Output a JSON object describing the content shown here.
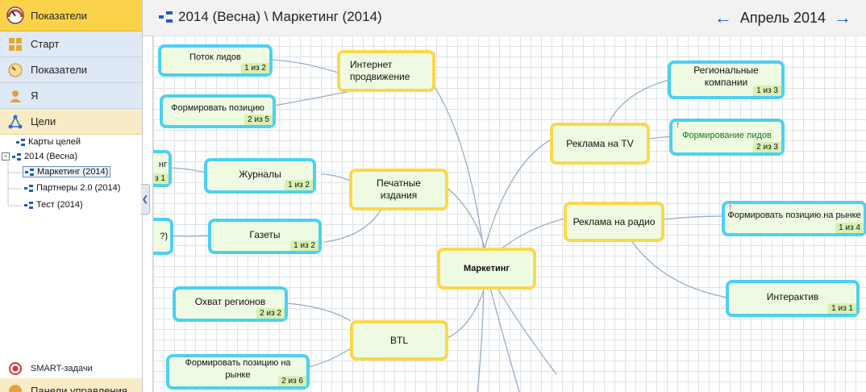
{
  "sidebar": {
    "top": {
      "label": "Показатели"
    },
    "items": [
      {
        "label": "Старт"
      },
      {
        "label": "Показатели"
      },
      {
        "label": "Я"
      },
      {
        "label": "Цели"
      }
    ],
    "tree": {
      "root": "Карты целей",
      "season": "2014 (Весна)",
      "children": [
        "Маркетинг (2014)",
        "Партнеры 2.0 (2014)",
        "Тест (2014)"
      ]
    },
    "bottom": [
      {
        "label": "SMART-задачи"
      },
      {
        "label": "Панели управления"
      }
    ],
    "collapse_glyph": "❮"
  },
  "header": {
    "breadcrumb": "2014 (Весна) \\ Маркетинг (2014)",
    "period": "Апрель 2014",
    "prev_glyph": "←",
    "next_glyph": "→"
  },
  "map": {
    "center": "Маркетинг",
    "branches": [
      {
        "label": "Интернет продвижение"
      },
      {
        "label": "Печатные издания"
      },
      {
        "label": "BTL"
      },
      {
        "label": "Реклама на TV"
      },
      {
        "label": "Реклама на радио"
      }
    ],
    "leaves": [
      {
        "label": "Поток лидов",
        "badge": "1 из 2"
      },
      {
        "label": "Формировать позицию",
        "badge": "2 из 5"
      },
      {
        "label": "нг",
        "badge": "з 1"
      },
      {
        "label": "Журналы",
        "badge": "1 из 2"
      },
      {
        "label": "?)",
        "badge": ""
      },
      {
        "label": "Газеты",
        "badge": "1 из 2"
      },
      {
        "label": "Охват регионов",
        "badge": "2 из 2"
      },
      {
        "label": "Формировать позицию на рынке",
        "badge": "2 из 6"
      },
      {
        "label": "Региональные компании",
        "badge": "1 из 3"
      },
      {
        "label": "Формирование лидов",
        "badge": "2 из 3"
      },
      {
        "label": "Формировать позицию на рынке",
        "badge": "1 из 4"
      },
      {
        "label": "Интерактив",
        "badge": "1 из 1"
      }
    ],
    "trend_glyph": "↑"
  },
  "colors": {
    "goal_border": "#fbd84a",
    "leaf_border": "#4dd0f2",
    "node_fill": "#eefbe2",
    "link": "#97aec6",
    "accent": "#1f5fb3"
  }
}
